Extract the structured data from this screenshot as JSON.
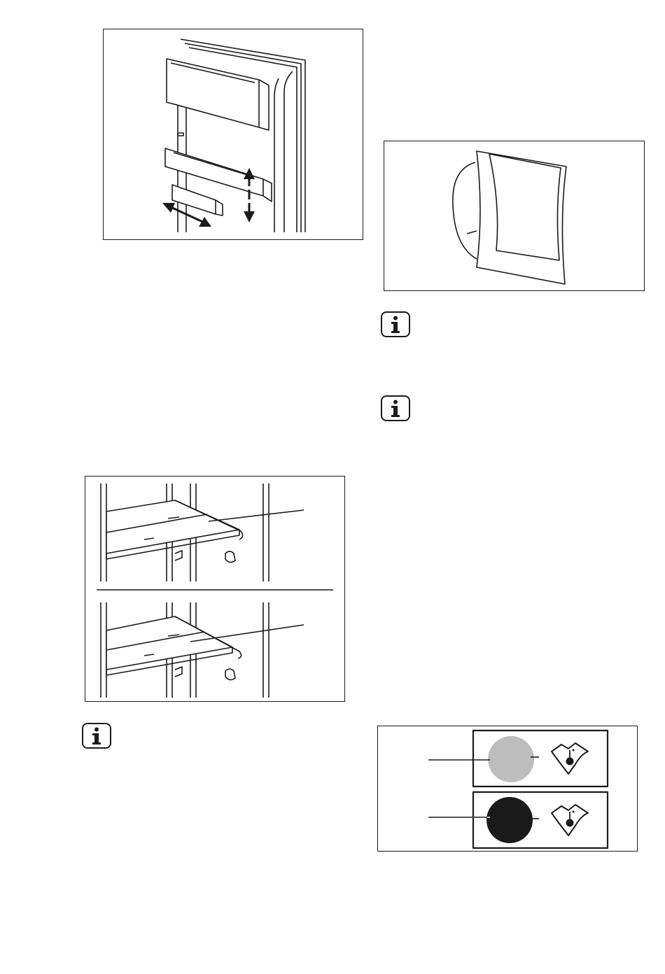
{
  "figures": {
    "door_shelves": {
      "icon": "door-balcony-illustration",
      "arrows": [
        "up-down-arrow",
        "left-right-arrow"
      ]
    },
    "shelf_positions": {
      "icon": "glass-shelf-illustration"
    },
    "vegetable_drawer": {
      "icon": "drawer-illustration"
    },
    "temperature_indicator": {
      "icon": "temperature-indicator-illustration",
      "indicator_colors": [
        "#bdbdbd",
        "#1a1a1a"
      ]
    }
  },
  "info_icons": [
    "info-icon",
    "info-icon",
    "info-icon"
  ],
  "colors": {
    "line": "#1a1a1a",
    "indicator_ok": "#bdbdbd",
    "indicator_warm": "#1a1a1a"
  }
}
